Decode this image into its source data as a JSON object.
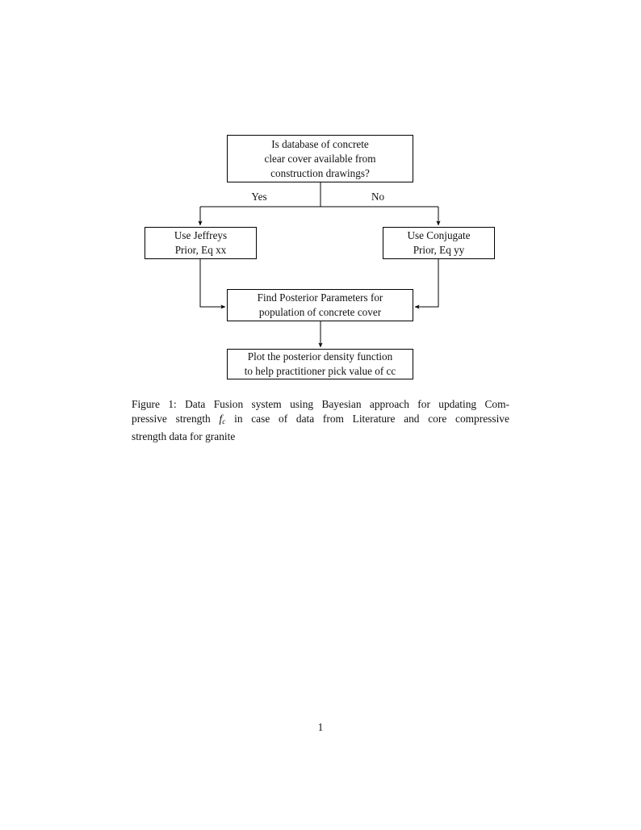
{
  "document": {
    "page_number": "1",
    "background_color": "#ffffff",
    "text_color": "#111111",
    "line_color": "#000000"
  },
  "figure": {
    "type": "flowchart",
    "nodes": [
      {
        "id": "question",
        "shape": "rectangle",
        "lines": [
          "Is database of concrete",
          "clear cover available from",
          "construction drawings?"
        ]
      },
      {
        "id": "jeffreys",
        "shape": "rectangle",
        "lines": [
          "Use Jeffreys",
          "Prior, Eq xx"
        ]
      },
      {
        "id": "conjugate",
        "shape": "rectangle",
        "lines": [
          "Use Conjugate",
          "Prior, Eq yy"
        ]
      },
      {
        "id": "posterior",
        "shape": "rectangle",
        "lines": [
          "Find Posterior Parameters for",
          "population of concrete cover"
        ]
      },
      {
        "id": "plot",
        "shape": "rectangle",
        "lines": [
          "Plot the posterior density function",
          "to help practitioner pick value of cc"
        ]
      }
    ],
    "edges": [
      {
        "from": "question",
        "to": "jeffreys",
        "label": "Yes"
      },
      {
        "from": "question",
        "to": "conjugate",
        "label": "No"
      },
      {
        "from": "jeffreys",
        "to": "posterior",
        "label": ""
      },
      {
        "from": "conjugate",
        "to": "posterior",
        "label": ""
      },
      {
        "from": "posterior",
        "to": "plot",
        "label": ""
      }
    ],
    "edge_labels": {
      "yes": "Yes",
      "no": "No"
    }
  },
  "caption": {
    "label": "Figure 1:",
    "full_text": "Figure 1: Data Fusion system using Bayesian approach for updating Compressive strength f_c in case of data from Literature and core compressive strength data for granite",
    "line1_pre": "Figure 1: Data Fusion system using Bayesian approach for updating Com-",
    "line2_a": "pressive strength",
    "line2_math_base": "f",
    "line2_math_sub": "c",
    "line2_b": "in case of data from Literature and core compressive",
    "line3": "strength data for granite",
    "line1_words": [
      "Figure",
      "1:",
      "Data",
      "Fusion",
      "system",
      "using",
      "Bayesian",
      "approach",
      "for",
      "updating",
      "Com-"
    ],
    "line2_words": [
      "pressive",
      "strength",
      "in",
      "case",
      "of",
      "data",
      "from",
      "Literature",
      "and",
      "core",
      "compressive"
    ]
  }
}
